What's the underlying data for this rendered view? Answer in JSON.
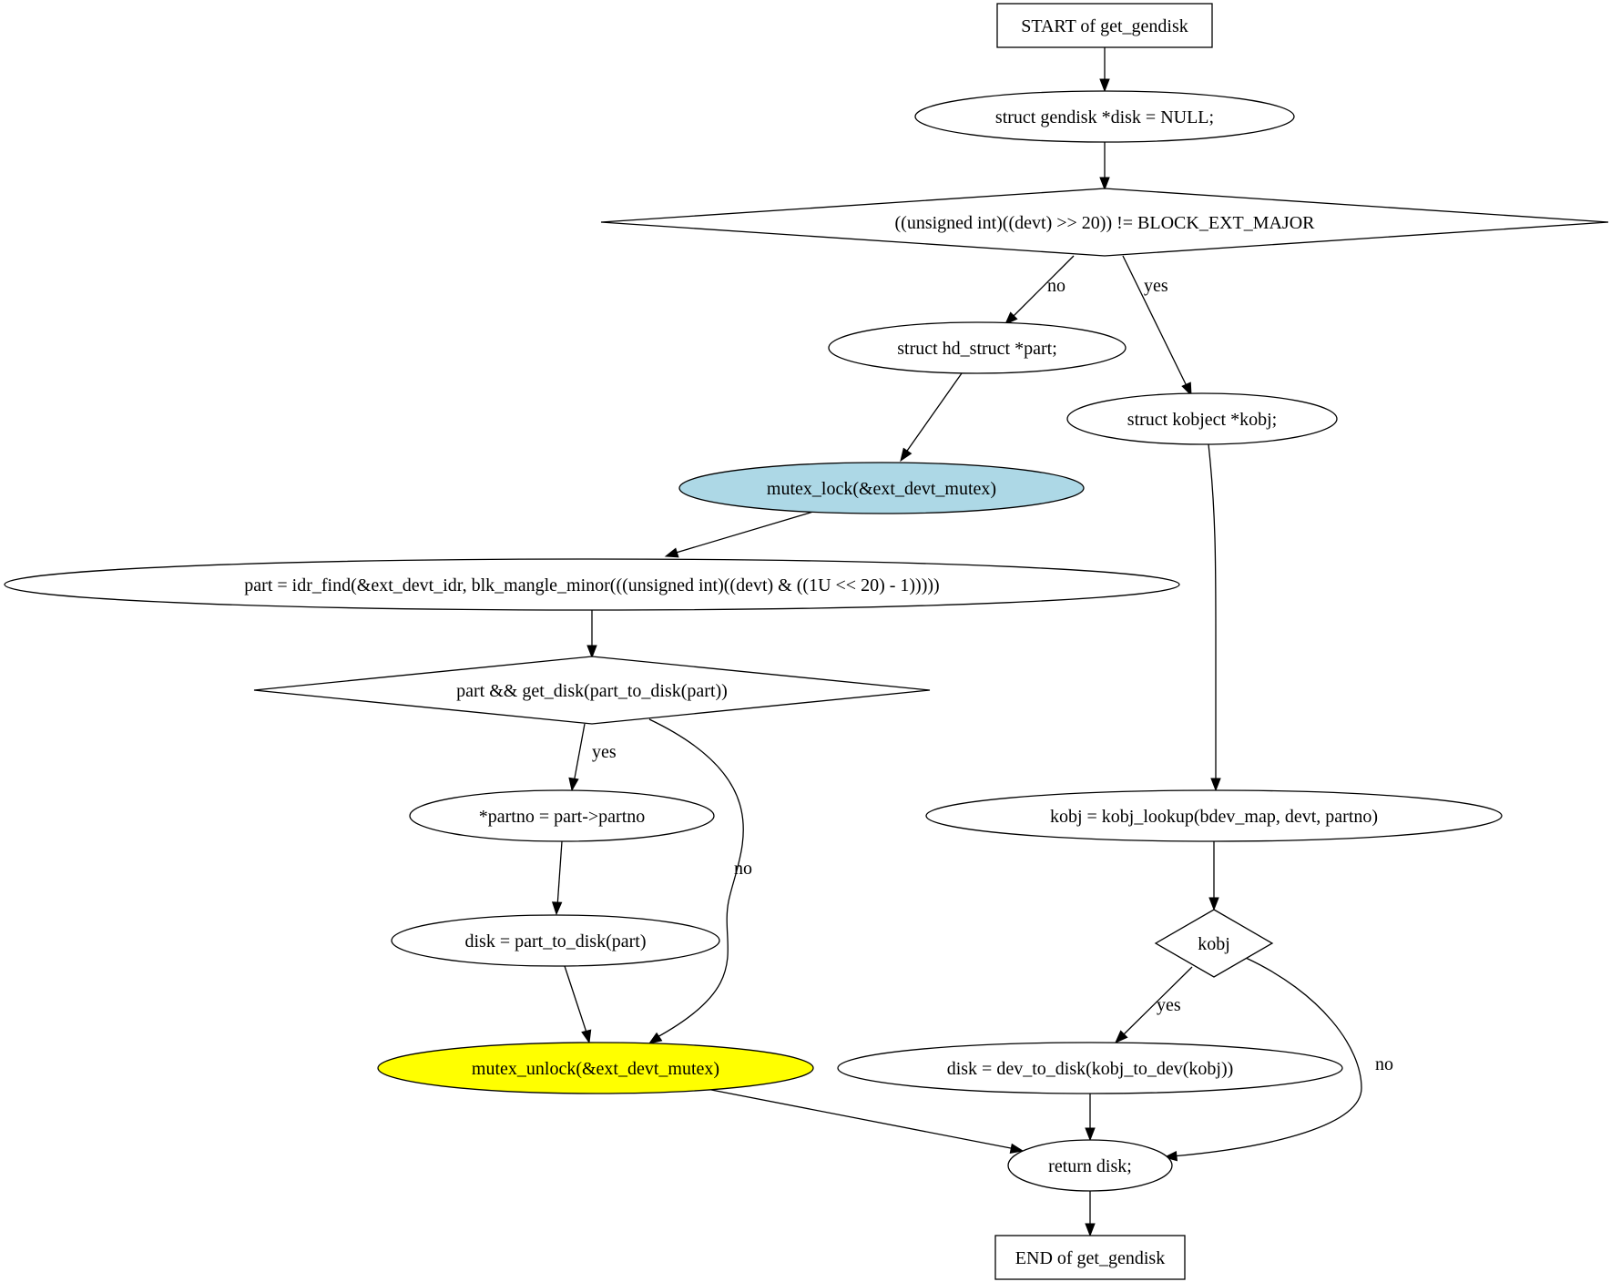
{
  "diagram": {
    "nodes": {
      "start": {
        "label": "START of get_gendisk",
        "shape": "box"
      },
      "disk_init": {
        "label": "struct gendisk *disk = NULL;",
        "shape": "ellipse"
      },
      "cond_major": {
        "label": "((unsigned int)((devt) >> 20)) != BLOCK_EXT_MAJOR",
        "shape": "diamond"
      },
      "decl_part": {
        "label": "struct hd_struct *part;",
        "shape": "ellipse"
      },
      "decl_kobj": {
        "label": "struct kobject *kobj;",
        "shape": "ellipse"
      },
      "mutex_lock": {
        "label": "mutex_lock(&ext_devt_mutex)",
        "shape": "ellipse",
        "fill": "#add8e6"
      },
      "idr_find": {
        "label": "part = idr_find(&ext_devt_idr, blk_mangle_minor(((unsigned int)((devt) & ((1U << 20) - 1)))))",
        "shape": "ellipse"
      },
      "cond_part": {
        "label": "part && get_disk(part_to_disk(part))",
        "shape": "diamond"
      },
      "partno": {
        "label": "*partno = part->partno",
        "shape": "ellipse"
      },
      "disk_part": {
        "label": "disk = part_to_disk(part)",
        "shape": "ellipse"
      },
      "mutex_unlock": {
        "label": "mutex_unlock(&ext_devt_mutex)",
        "shape": "ellipse",
        "fill": "#ffff00"
      },
      "kobj_lookup": {
        "label": "kobj = kobj_lookup(bdev_map, devt, partno)",
        "shape": "ellipse"
      },
      "cond_kobj": {
        "label": "kobj",
        "shape": "diamond"
      },
      "disk_dev": {
        "label": "disk = dev_to_disk(kobj_to_dev(kobj))",
        "shape": "ellipse"
      },
      "return_disk": {
        "label": "return disk;",
        "shape": "ellipse"
      },
      "end": {
        "label": "END of get_gendisk",
        "shape": "box"
      }
    },
    "edges": [
      {
        "id": "e1",
        "from": "start",
        "to": "disk_init",
        "label": ""
      },
      {
        "id": "e2",
        "from": "disk_init",
        "to": "cond_major",
        "label": ""
      },
      {
        "id": "e3",
        "from": "cond_major",
        "to": "decl_part",
        "label": "no"
      },
      {
        "id": "e4",
        "from": "cond_major",
        "to": "decl_kobj",
        "label": "yes"
      },
      {
        "id": "e5",
        "from": "decl_part",
        "to": "mutex_lock",
        "label": ""
      },
      {
        "id": "e6",
        "from": "mutex_lock",
        "to": "idr_find",
        "label": ""
      },
      {
        "id": "e7",
        "from": "idr_find",
        "to": "cond_part",
        "label": ""
      },
      {
        "id": "e8",
        "from": "cond_part",
        "to": "partno",
        "label": "yes"
      },
      {
        "id": "e9",
        "from": "cond_part",
        "to": "mutex_unlock",
        "label": "no"
      },
      {
        "id": "e10",
        "from": "partno",
        "to": "disk_part",
        "label": ""
      },
      {
        "id": "e11",
        "from": "disk_part",
        "to": "mutex_unlock",
        "label": ""
      },
      {
        "id": "e12",
        "from": "mutex_unlock",
        "to": "return_disk",
        "label": ""
      },
      {
        "id": "e13",
        "from": "decl_kobj",
        "to": "kobj_lookup",
        "label": ""
      },
      {
        "id": "e14",
        "from": "kobj_lookup",
        "to": "cond_kobj",
        "label": ""
      },
      {
        "id": "e15",
        "from": "cond_kobj",
        "to": "disk_dev",
        "label": "yes"
      },
      {
        "id": "e16",
        "from": "cond_kobj",
        "to": "return_disk",
        "label": "no"
      },
      {
        "id": "e17",
        "from": "disk_dev",
        "to": "return_disk",
        "label": ""
      },
      {
        "id": "e18",
        "from": "return_disk",
        "to": "end",
        "label": ""
      }
    ]
  }
}
